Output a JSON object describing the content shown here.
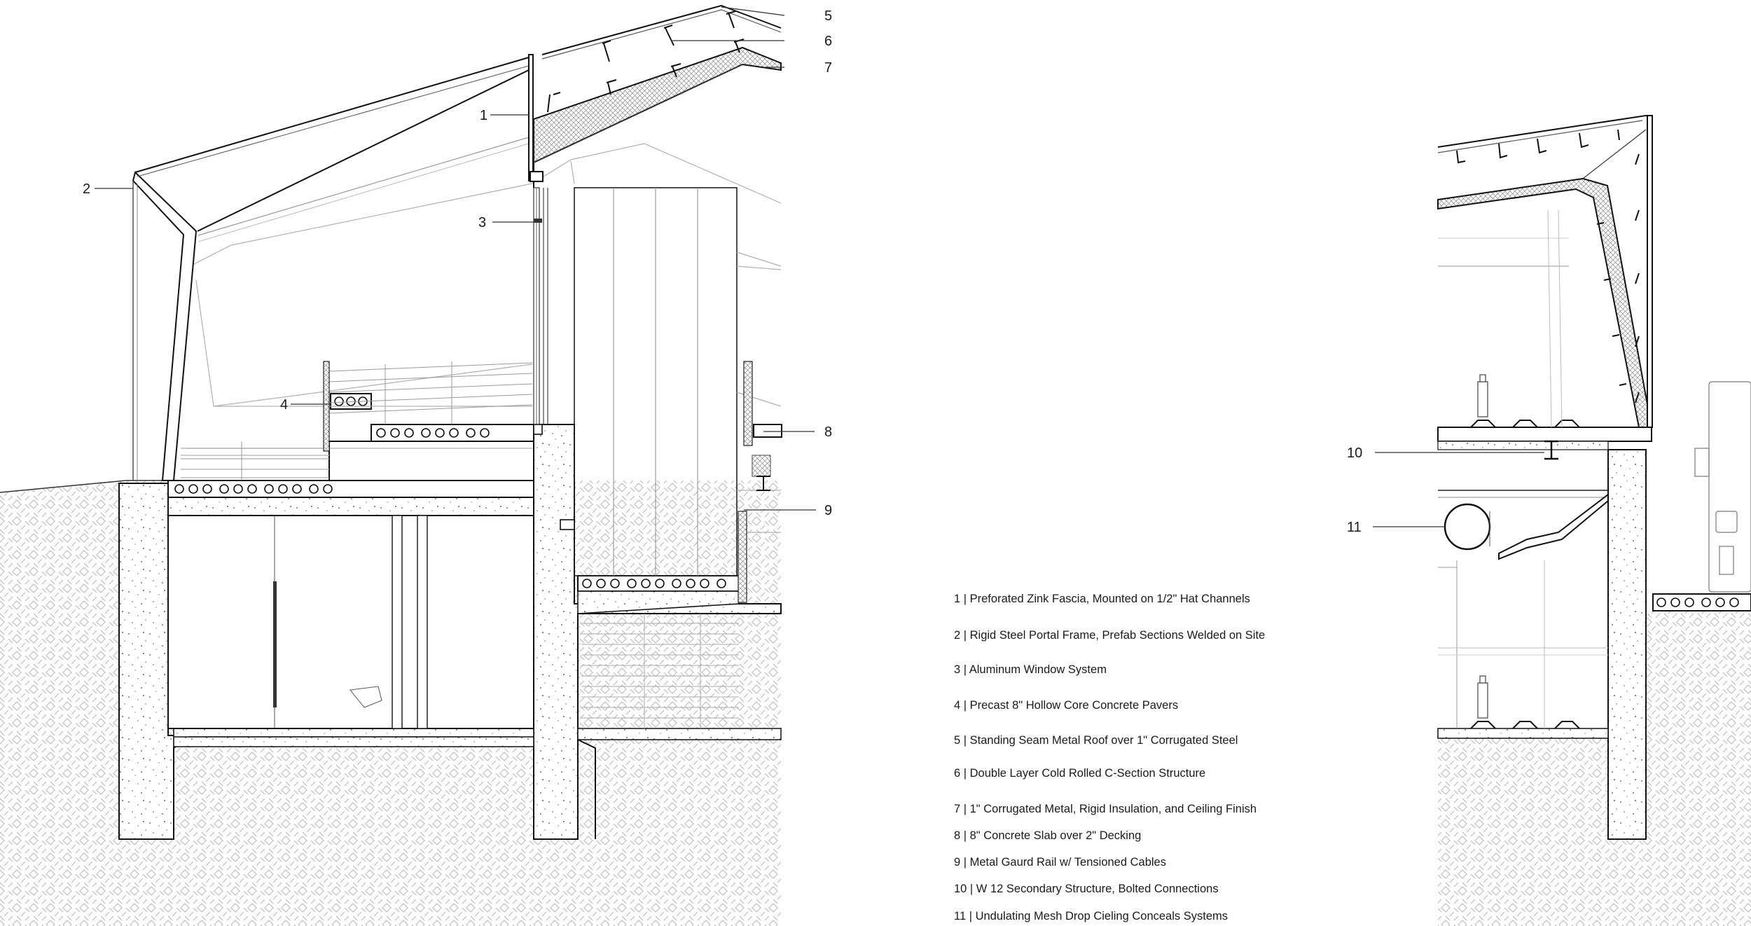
{
  "callouts": [
    "1",
    "2",
    "3",
    "4",
    "5",
    "6",
    "7",
    "8",
    "9",
    "10",
    "11"
  ],
  "legend": [
    "1 | Preforated Zink Fascia, Mounted on 1/2\" Hat Channels",
    "2 | Rigid Steel Portal Frame, Prefab Sections Welded on Site",
    "3 | Aluminum Window System",
    "4 | Precast 8\" Hollow Core Concrete Pavers",
    "5 | Standing Seam Metal Roof over 1\" Corrugated Steel",
    "6 | Double Layer Cold Rolled C-Section Structure",
    "7 | 1\" Corrugated Metal, Rigid Insulation, and Ceiling Finish",
    "8 | 8\" Concrete Slab over 2\" Decking",
    "9 | Metal Gaurd Rail w/ Tensioned Cables",
    "10 | W 12 Secondary Structure, Bolted Connections",
    "11 | Undulating Mesh Drop Cieling Conceals Systems"
  ]
}
